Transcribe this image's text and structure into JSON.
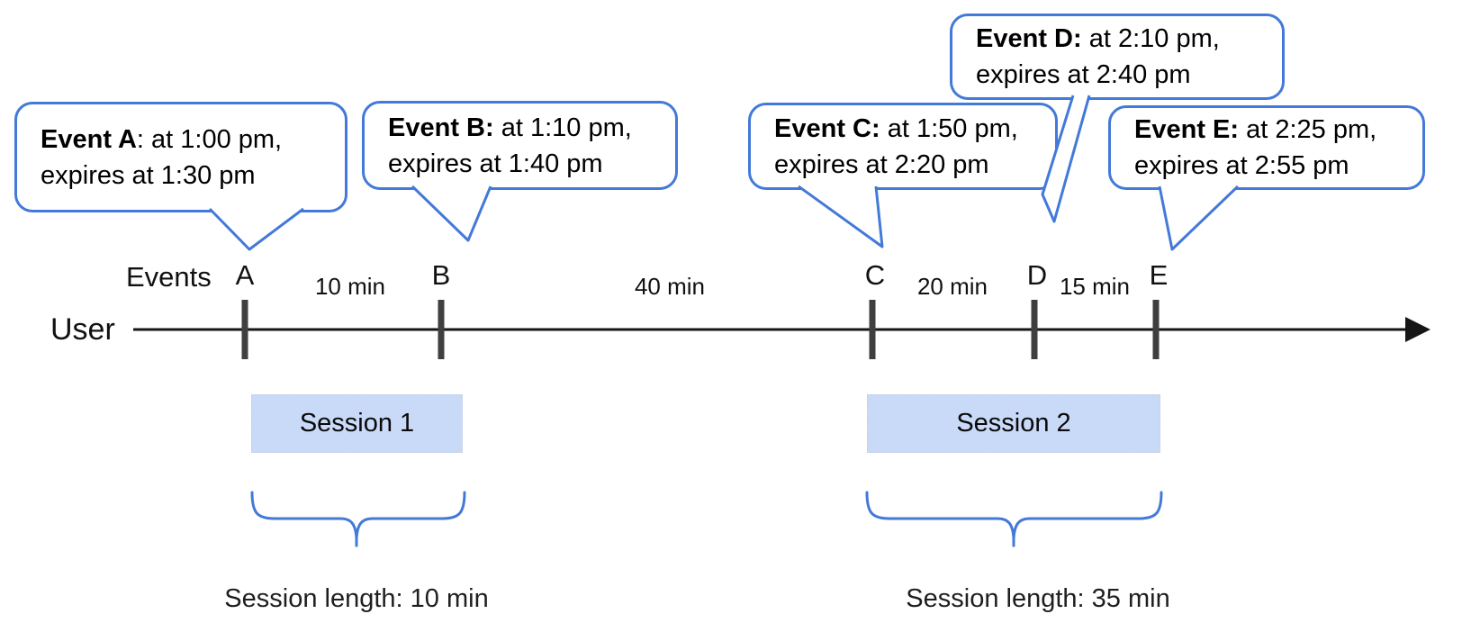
{
  "diagram": {
    "title_hint": "Event timeline with sessions",
    "axis": {
      "user_label": "User",
      "events_label": "Events"
    },
    "events": [
      {
        "label": "A",
        "callout_bold": "Event A",
        "callout_rest": ": at 1:00 pm,",
        "callout_line2": "expires at 1:30 pm"
      },
      {
        "label": "B",
        "callout_bold": "Event B:",
        "callout_rest": " at 1:10 pm,",
        "callout_line2": "expires at 1:40 pm"
      },
      {
        "label": "C",
        "callout_bold": "Event C:",
        "callout_rest": " at 1:50 pm,",
        "callout_line2": "expires at 2:20 pm"
      },
      {
        "label": "D",
        "callout_bold": "Event D:",
        "callout_rest": " at 2:10 pm,",
        "callout_line2": "expires at 2:40 pm"
      },
      {
        "label": "E",
        "callout_bold": "Event E:",
        "callout_rest": " at 2:25 pm,",
        "callout_line2": "expires at 2:55 pm"
      }
    ],
    "intervals": [
      {
        "between": "A-B",
        "label": "10 min"
      },
      {
        "between": "B-C",
        "label": "40 min"
      },
      {
        "between": "C-D",
        "label": "20 min"
      },
      {
        "between": "D-E",
        "label": "15 min"
      }
    ],
    "sessions": [
      {
        "label": "Session 1",
        "length_label": "Session length: 10 min"
      },
      {
        "label": "Session 2",
        "length_label": "Session length: 35 min"
      }
    ],
    "colors": {
      "callout_blue": "#4379d8",
      "session_fill": "#c9daf8",
      "tick_gray": "#3f3f3f",
      "timeline_black": "#161616"
    }
  }
}
